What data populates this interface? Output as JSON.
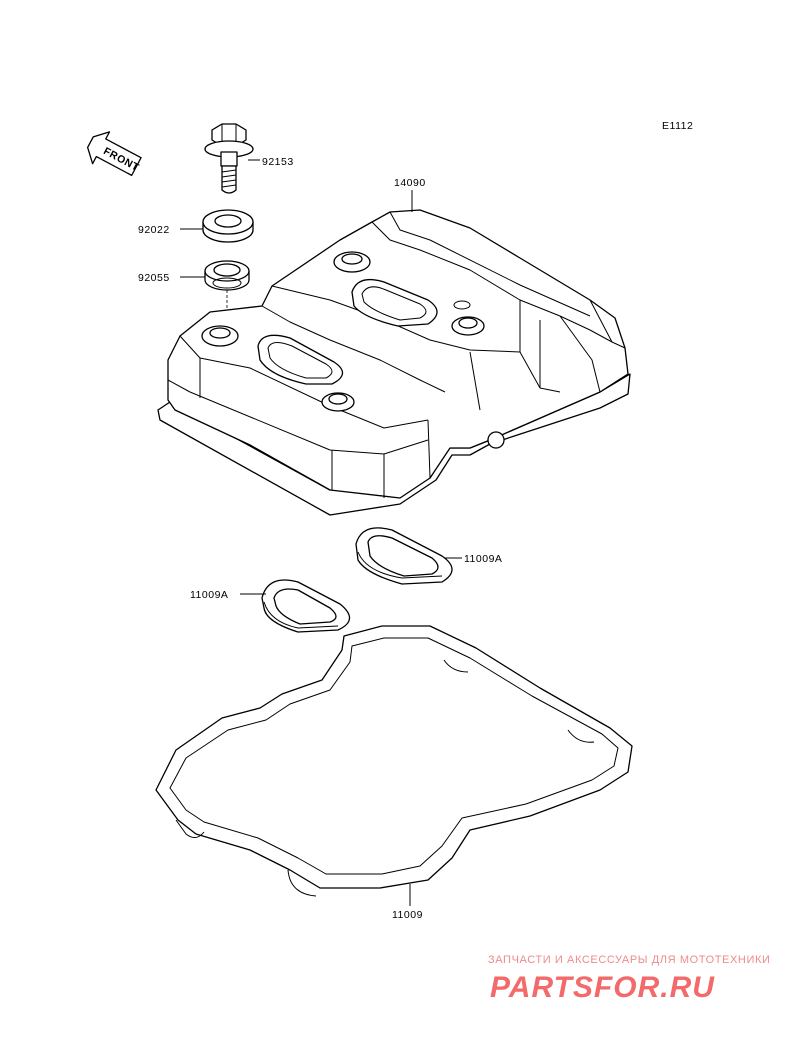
{
  "diagram_code": "E1112",
  "front_label": "FRONT",
  "parts": {
    "bolt": "92153",
    "washer": "92022",
    "grommet": "92055",
    "cover": "14090",
    "plug_gasket_right": "11009A",
    "plug_gasket_left": "11009A",
    "cover_gasket": "11009"
  },
  "watermark": {
    "tagline": "ЗАПЧАСТИ И АКСЕССУАРЫ ДЛЯ МОТОТЕХНИКИ",
    "brand": "PARTSFOR.RU"
  },
  "colors": {
    "line": "#000000",
    "background": "#ffffff",
    "watermark": "#f26a6a"
  }
}
